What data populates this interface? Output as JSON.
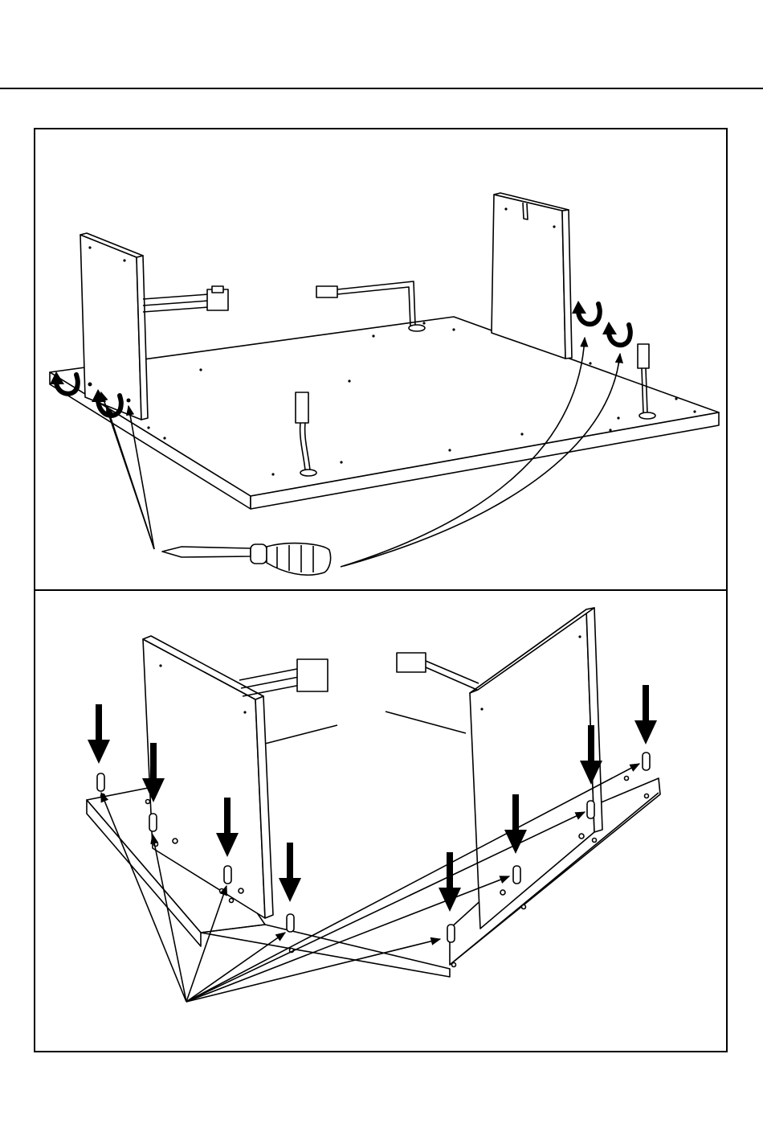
{
  "document": {
    "type": "assembly-instructions",
    "steps": [
      {
        "id": "step-1",
        "description_visible": "",
        "parts": [
          "left-side-panel",
          "right-side-panel",
          "base-board",
          "wire-connectors",
          "screwdriver"
        ],
        "action_icons": [
          "rotate-arrow-icon",
          "rotate-arrow-icon",
          "rotate-arrow-icon",
          "rotate-arrow-icon"
        ]
      },
      {
        "id": "step-2",
        "description_visible": "",
        "parts": [
          "left-side-panel",
          "right-side-panel",
          "base-board",
          "dowel-pins",
          "wire-connectors"
        ],
        "action_icons": [
          "insert-arrow-icon"
        ]
      }
    ],
    "colors": {
      "line": "#000000",
      "fill": "#ffffff",
      "shade": "#e6e6e6"
    }
  }
}
